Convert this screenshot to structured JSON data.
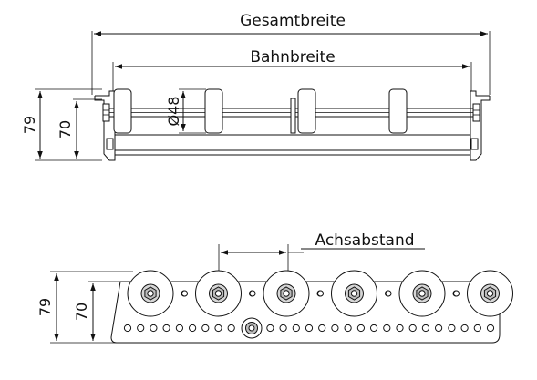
{
  "top_view": {
    "overall_width_label": "Gesamtbreite",
    "track_width_label": "Bahnbreite",
    "diameter_label": "Ø48",
    "height_79_label": "79",
    "height_70_label": "70"
  },
  "side_view": {
    "axle_spacing_label": "Achsabstand",
    "height_79_label": "79",
    "height_70_label": "70",
    "wheel_count": 6,
    "hole_count": 29
  }
}
